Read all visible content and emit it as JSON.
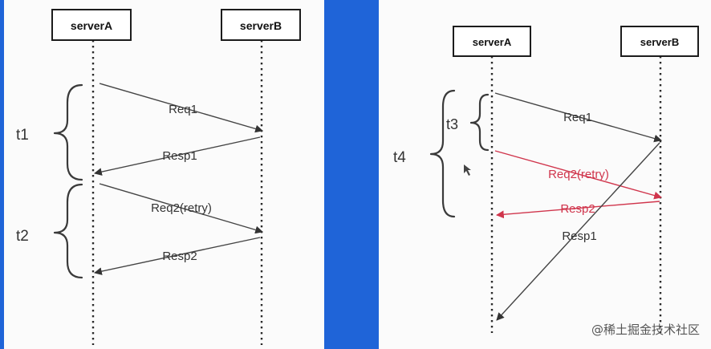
{
  "colors": {
    "divider": "#1f64d8",
    "edge": "#1f64d8",
    "arrow": "#444444",
    "retry": "#d0354c",
    "label_dark": "#333333"
  },
  "left": {
    "nodes": {
      "a": "serverA",
      "b": "serverB"
    },
    "messages": [
      {
        "label": "Req1"
      },
      {
        "label": "Resp1"
      },
      {
        "label": "Req2(retry)"
      },
      {
        "label": "Resp2"
      }
    ],
    "braces": {
      "t1": "t1",
      "t2": "t2"
    }
  },
  "right": {
    "nodes": {
      "a": "serverA",
      "b": "serverB"
    },
    "messages": [
      {
        "label": "Req1"
      },
      {
        "label": "Req2(retry)"
      },
      {
        "label": "Resp2"
      },
      {
        "label": "Resp1"
      }
    ],
    "braces": {
      "t3": "t3",
      "t4": "t4"
    }
  },
  "watermark": "@稀土掘金技术社区"
}
